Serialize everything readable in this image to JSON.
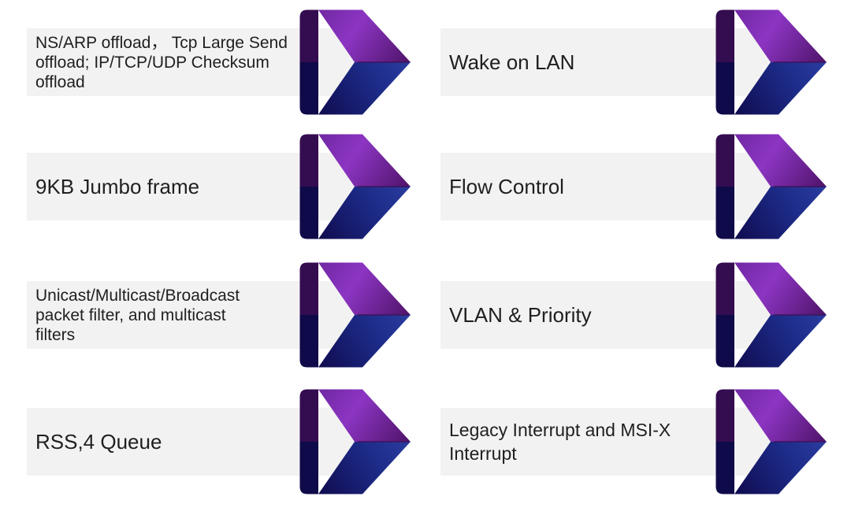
{
  "slide": {
    "kind": "feature-list-diagram",
    "grid": "2 columns x 4 rows"
  },
  "colors": {
    "bg": "#ffffff",
    "bar": "#f2f2f2",
    "text": "#1f1f1f",
    "purple-left": "#7229a5",
    "purple-bright": "#8c35c3",
    "purple-tip": "#4a1161",
    "navy-dark": "#110d52",
    "navy-mid": "#1c2a86",
    "navy-bright": "#2b3da2",
    "fold-top": "#340c50",
    "fold-bottom": "#0f0a49",
    "midline": "#3c1155"
  },
  "arrow_icon": "chevron-right-ribbon",
  "items": [
    {
      "label": "NS/ARP offload， Tcp Large Send\noffload; IP/TCP/UDP Checksum\noffload",
      "column": "left",
      "row": 1
    },
    {
      "label": "Wake on LAN",
      "column": "right",
      "row": 1
    },
    {
      "label": "9KB Jumbo frame",
      "column": "left",
      "row": 2
    },
    {
      "label": "Flow Control",
      "column": "right",
      "row": 2
    },
    {
      "label": "Unicast/Multicast/Broadcast\npacket filter, and multicast\nfilters",
      "column": "left",
      "row": 3
    },
    {
      "label": "VLAN & Priority",
      "column": "right",
      "row": 3
    },
    {
      "label": "RSS,4 Queue",
      "column": "left",
      "row": 4
    },
    {
      "label": "Legacy Interrupt and MSI-X\nInterrupt",
      "column": "right",
      "row": 4
    }
  ]
}
